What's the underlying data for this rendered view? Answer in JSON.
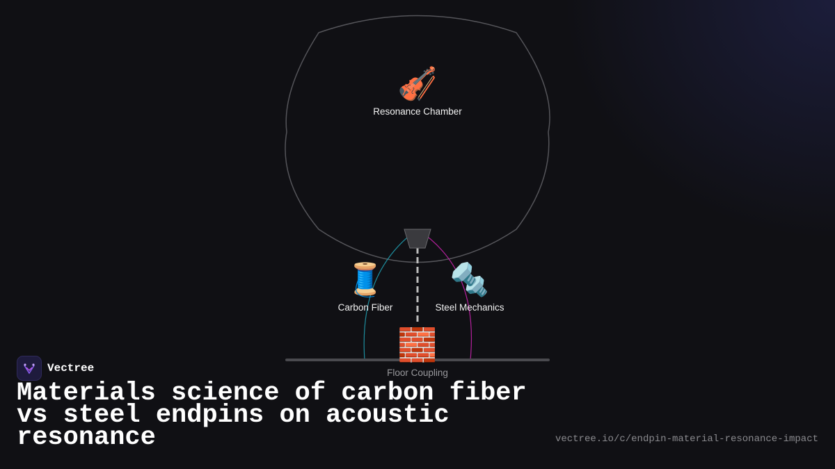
{
  "diagram": {
    "nodes": {
      "resonance": {
        "label": "Resonance Chamber",
        "icon": "violin-icon",
        "glyph": "🎻"
      },
      "carbon": {
        "label": "Carbon Fiber",
        "icon": "thread-spool-icon",
        "glyph": "🧵"
      },
      "steel": {
        "label": "Steel Mechanics",
        "icon": "nut-and-bolt-icon",
        "glyph": "🔩"
      },
      "floor": {
        "label": "Floor Coupling",
        "icon": "brick-icon",
        "glyph": "🧱"
      }
    },
    "colors": {
      "outline": "#55555a",
      "carbon_path": "#1e8fa0",
      "steel_path": "#b5219e",
      "endpin": "#bdbdbd",
      "floor_line": "#4a4a4f"
    }
  },
  "brand": {
    "name": "Vectree",
    "logo_icon": "vectree-logo-icon"
  },
  "headline": "Materials science of carbon fiber vs steel endpins on acoustic resonance",
  "url": "vectree.io/c/endpin-material-resonance-impact"
}
